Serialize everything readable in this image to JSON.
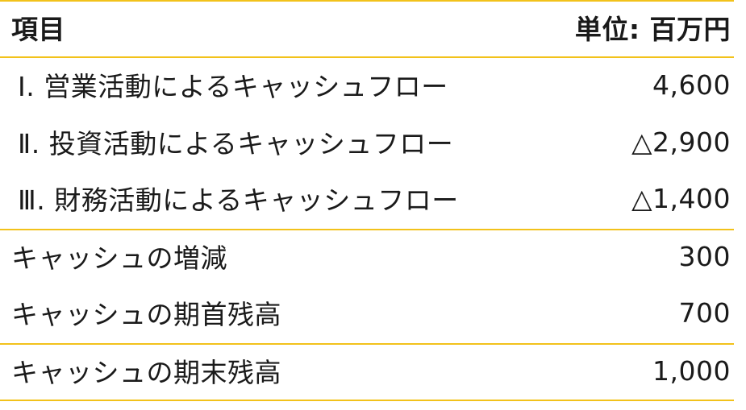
{
  "header": {
    "item_label": "項目",
    "unit_label": "単位: 百万円"
  },
  "cash_flows": [
    {
      "label": "Ⅰ. 営業活動によるキャッシュフロー",
      "value": "4,600"
    },
    {
      "label": "Ⅱ. 投資活動によるキャッシュフロー",
      "value": "△2,900"
    },
    {
      "label": "Ⅲ. 財務活動によるキャッシュフロー",
      "value": "△1,400"
    }
  ],
  "summary": [
    {
      "label": "キャッシュの増減",
      "value": "300"
    },
    {
      "label": "キャッシュの期首残高",
      "value": "700"
    }
  ],
  "ending": {
    "label": "キャッシュの期末残高",
    "value": "1,000"
  },
  "colors": {
    "rule": "#f2c21b",
    "text": "#1a1a1a"
  }
}
